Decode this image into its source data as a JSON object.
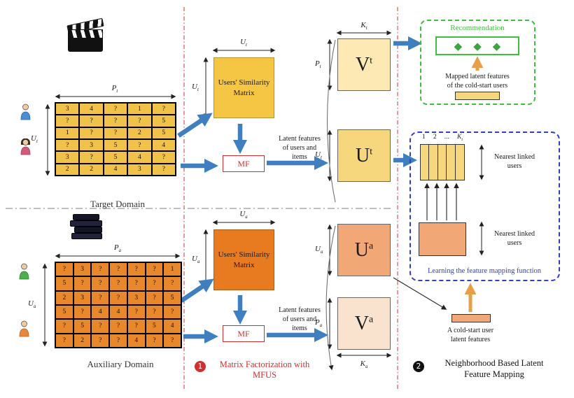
{
  "colors": {
    "target_matrix": "#F1C24A",
    "target_sim_matrix": "#F5C544",
    "aux_matrix": "#E8882B",
    "aux_sim_matrix": "#E87A20",
    "vt_matrix": "#FCE9B4",
    "ut_matrix": "#F6D77E",
    "ua_matrix": "#F2A876",
    "va_matrix": "#FAE3CE",
    "arrow_blue": "#3F7FBF",
    "accent_red": "#D03030",
    "accent_green": "#3FBF3F",
    "accent_blue": "#3040C0",
    "accent_orange": "#E8A048"
  },
  "dims": {
    "pt": {
      "b": "P",
      "s": "t"
    },
    "ut": {
      "b": "U",
      "s": "t"
    },
    "pa": {
      "b": "P",
      "s": "a"
    },
    "ua": {
      "b": "U",
      "s": "a"
    },
    "kt": {
      "b": "K",
      "s": "t"
    },
    "ka": {
      "b": "K",
      "s": "a"
    }
  },
  "target": {
    "label": "Target Domain",
    "matrix": [
      [
        "3",
        "4",
        "?",
        "1",
        "?"
      ],
      [
        "?",
        "?",
        "?",
        "?",
        "5"
      ],
      [
        "1",
        "?",
        "?",
        "2",
        "5"
      ],
      [
        "?",
        "3",
        "5",
        "?",
        "4"
      ],
      [
        "3",
        "?",
        "5",
        "4",
        "?"
      ],
      [
        "2",
        "2",
        "4",
        "3",
        "?"
      ]
    ]
  },
  "auxiliary": {
    "label": "Auxiliary Domain",
    "matrix": [
      [
        "?",
        "3",
        "?",
        "?",
        "?",
        "?",
        "1"
      ],
      [
        "5",
        "?",
        "?",
        "?",
        "?",
        "?",
        "?"
      ],
      [
        "2",
        "3",
        "?",
        "?",
        "3",
        "?",
        "5"
      ],
      [
        "5",
        "?",
        "4",
        "4",
        "?",
        "?",
        "?"
      ],
      [
        "?",
        "5",
        "?",
        "?",
        "?",
        "5",
        "4"
      ],
      [
        "?",
        "2",
        "?",
        "?",
        "4",
        "?",
        "?"
      ]
    ]
  },
  "mf": {
    "sim_line1": "Users'  Similarity",
    "sim_line2": "Matrix",
    "mf_label": "MF",
    "latent_line1": "Latent features",
    "latent_line2": "of users and",
    "latent_line3": "items",
    "badge": "1",
    "title_line1": "Matrix Factorization with",
    "title_line2": "MFUS"
  },
  "factors": {
    "vt": {
      "b": "V",
      "s": "t"
    },
    "ut": {
      "b": "U",
      "s": "t"
    },
    "ua": {
      "b": "U",
      "s": "a"
    },
    "va": {
      "b": "V",
      "s": "a"
    }
  },
  "recommendation": {
    "title": "Recommendation",
    "diamond": "◆",
    "caption_line1": "Mapped latent features",
    "caption_line2": "of the cold-start users"
  },
  "mapping": {
    "col_1": "1",
    "col_2": "2",
    "col_dots": "...",
    "nearest_line1": "Nearest linked",
    "nearest_line2": "users",
    "learning_caption": "Learning the feature mapping function",
    "coldstart_line1": "A cold-start user",
    "coldstart_line2": "latent features",
    "badge": "2",
    "title_line1": "Neighborhood Based Latent",
    "title_line2": "Feature Mapping"
  }
}
